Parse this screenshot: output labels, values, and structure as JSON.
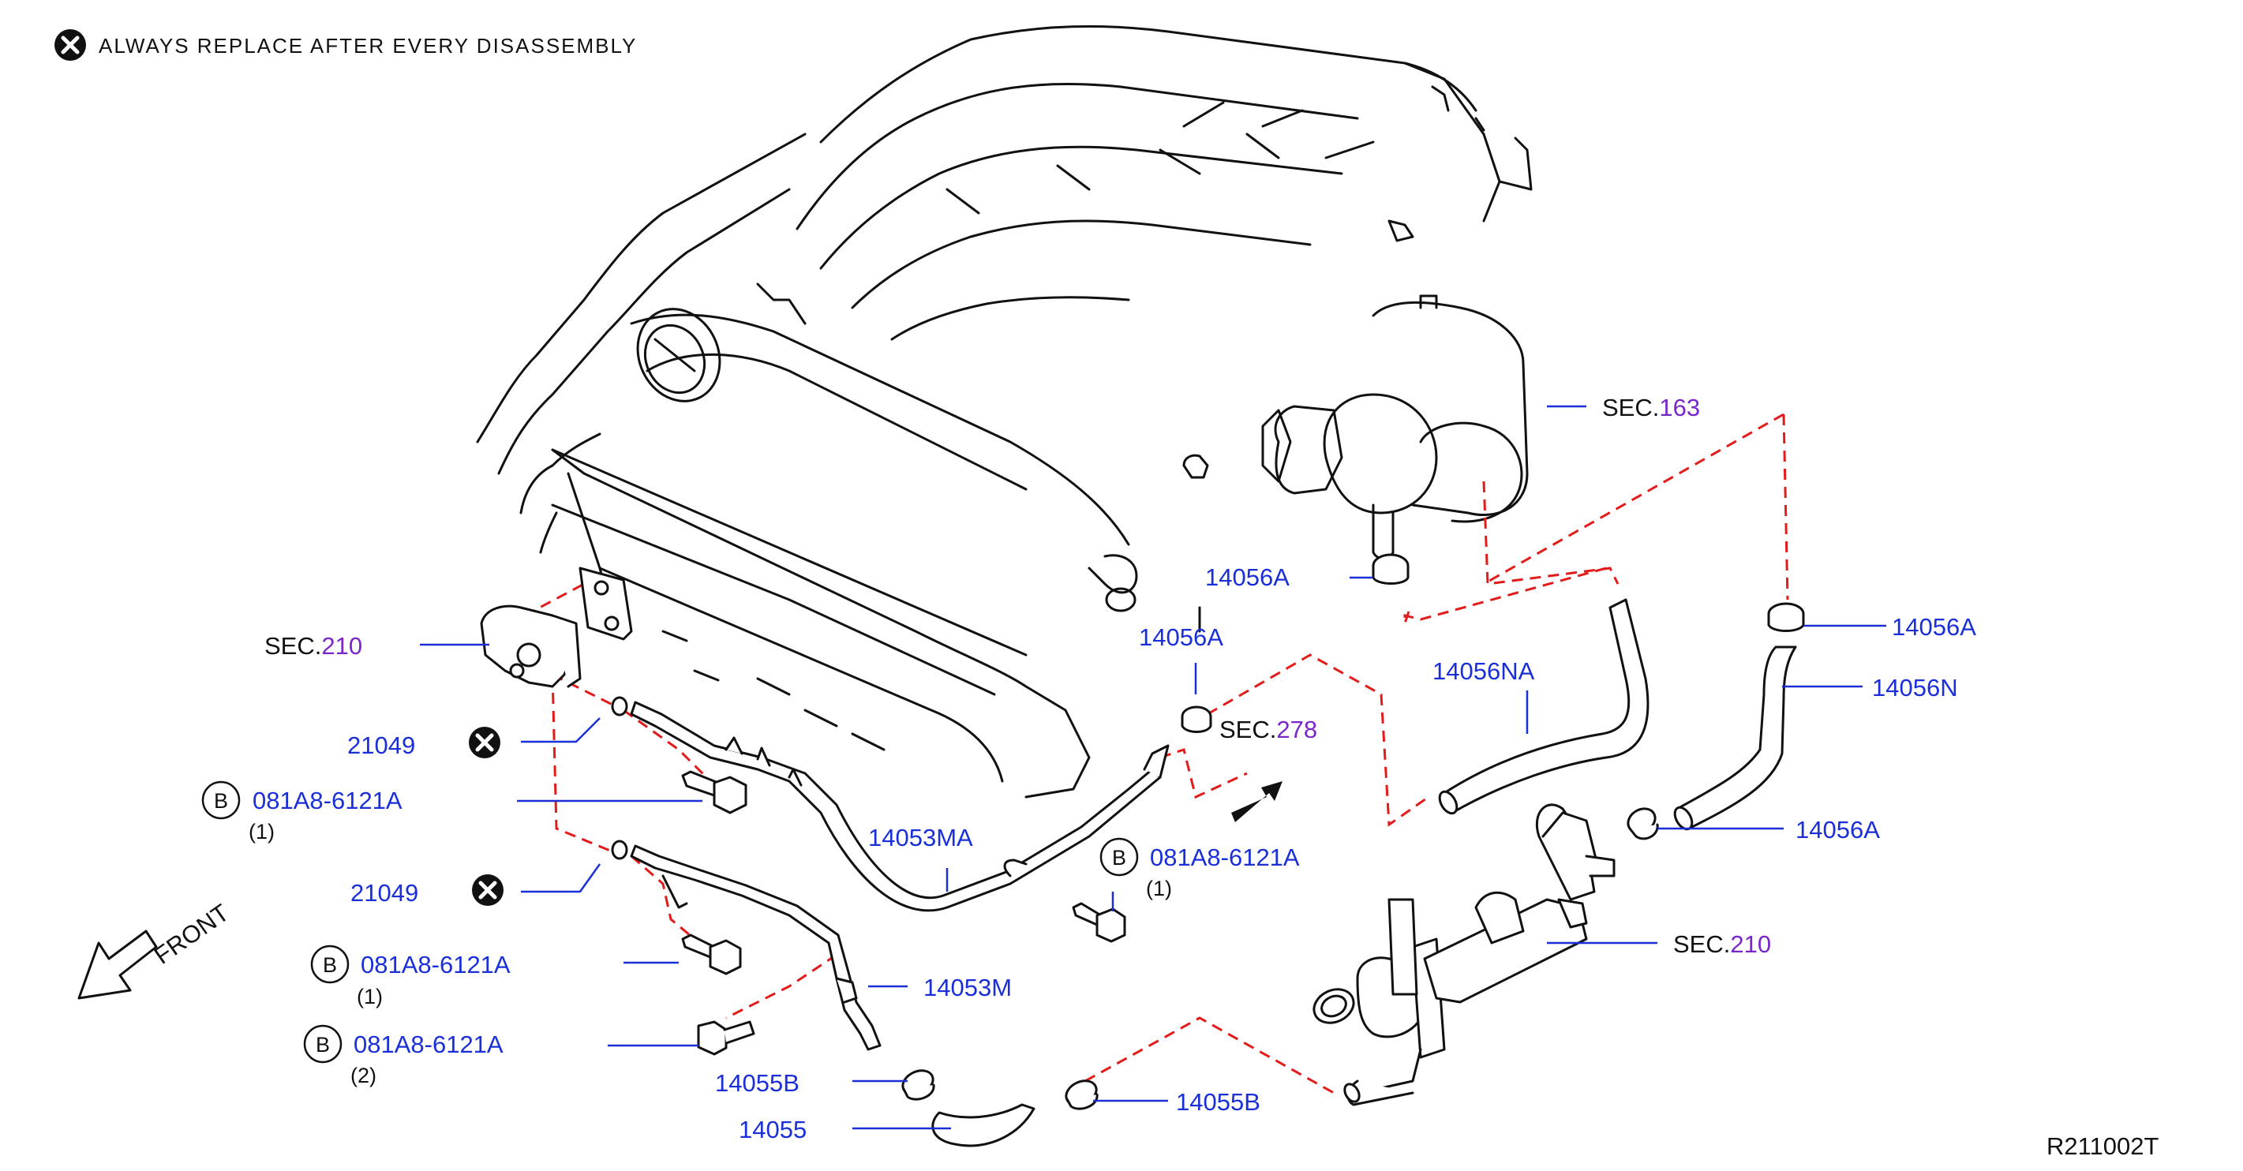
{
  "note": {
    "text": "ALWAYS  REPLACE  AFTER  EVERY  DISASSEMBLY",
    "icon": "x-circle-icon"
  },
  "front_label": "FRONT",
  "ref_code": "R211002T",
  "colors": {
    "part_label": "#1a2fd8",
    "sec_number": "#7a27c9",
    "dash_line": "#e21b1b",
    "linework": "#111111"
  },
  "sec_refs": [
    {
      "prefix": "SEC.",
      "number": "163"
    },
    {
      "prefix": "SEC.",
      "number": "210"
    },
    {
      "prefix": "SEC.",
      "number": "278"
    },
    {
      "prefix": "SEC.",
      "number": "210"
    }
  ],
  "part_labels": [
    "14056A",
    "14056A",
    "14056A",
    "14056N",
    "14056NA",
    "14056A",
    "21049",
    "21049",
    "14053MA",
    "14053M",
    "14055B",
    "14055",
    "14055B"
  ],
  "bolt_labels": [
    {
      "badge": "B",
      "code": "081A8-6121A",
      "qty": "(1)"
    },
    {
      "badge": "B",
      "code": "081A8-6121A",
      "qty": "(1)"
    },
    {
      "badge": "B",
      "code": "081A8-6121A",
      "qty": "(1)"
    },
    {
      "badge": "B",
      "code": "081A8-6121A",
      "qty": "(2)"
    }
  ]
}
